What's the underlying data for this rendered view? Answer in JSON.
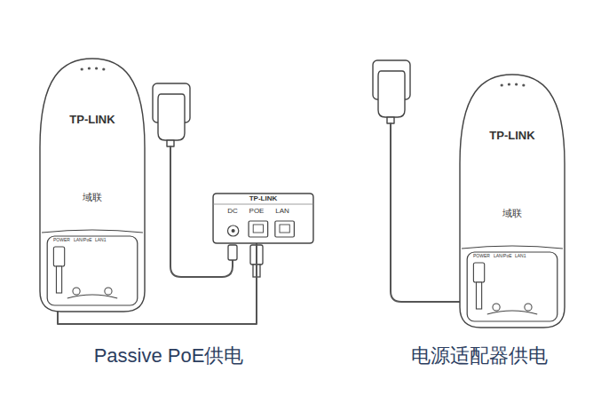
{
  "diagram": {
    "nodes": [
      {
        "text": [
          "TP-LINK",
          "域联",
          "POWER",
          "LAN/PoE",
          "LAN1"
        ]
      },
      {
        "text": [
          "TP-LINK",
          "DC",
          "POE",
          "LAN"
        ]
      },
      {
        "text": [
          "TP-LINK",
          "域联",
          "POWER",
          "LAN/PoE",
          "LAN1"
        ]
      }
    ],
    "edges": [
      {
        "from": 1,
        "to": 0,
        "arrow": "none"
      }
    ],
    "labels": [
      "Passive PoE供电",
      "电源适配器供电"
    ]
  }
}
